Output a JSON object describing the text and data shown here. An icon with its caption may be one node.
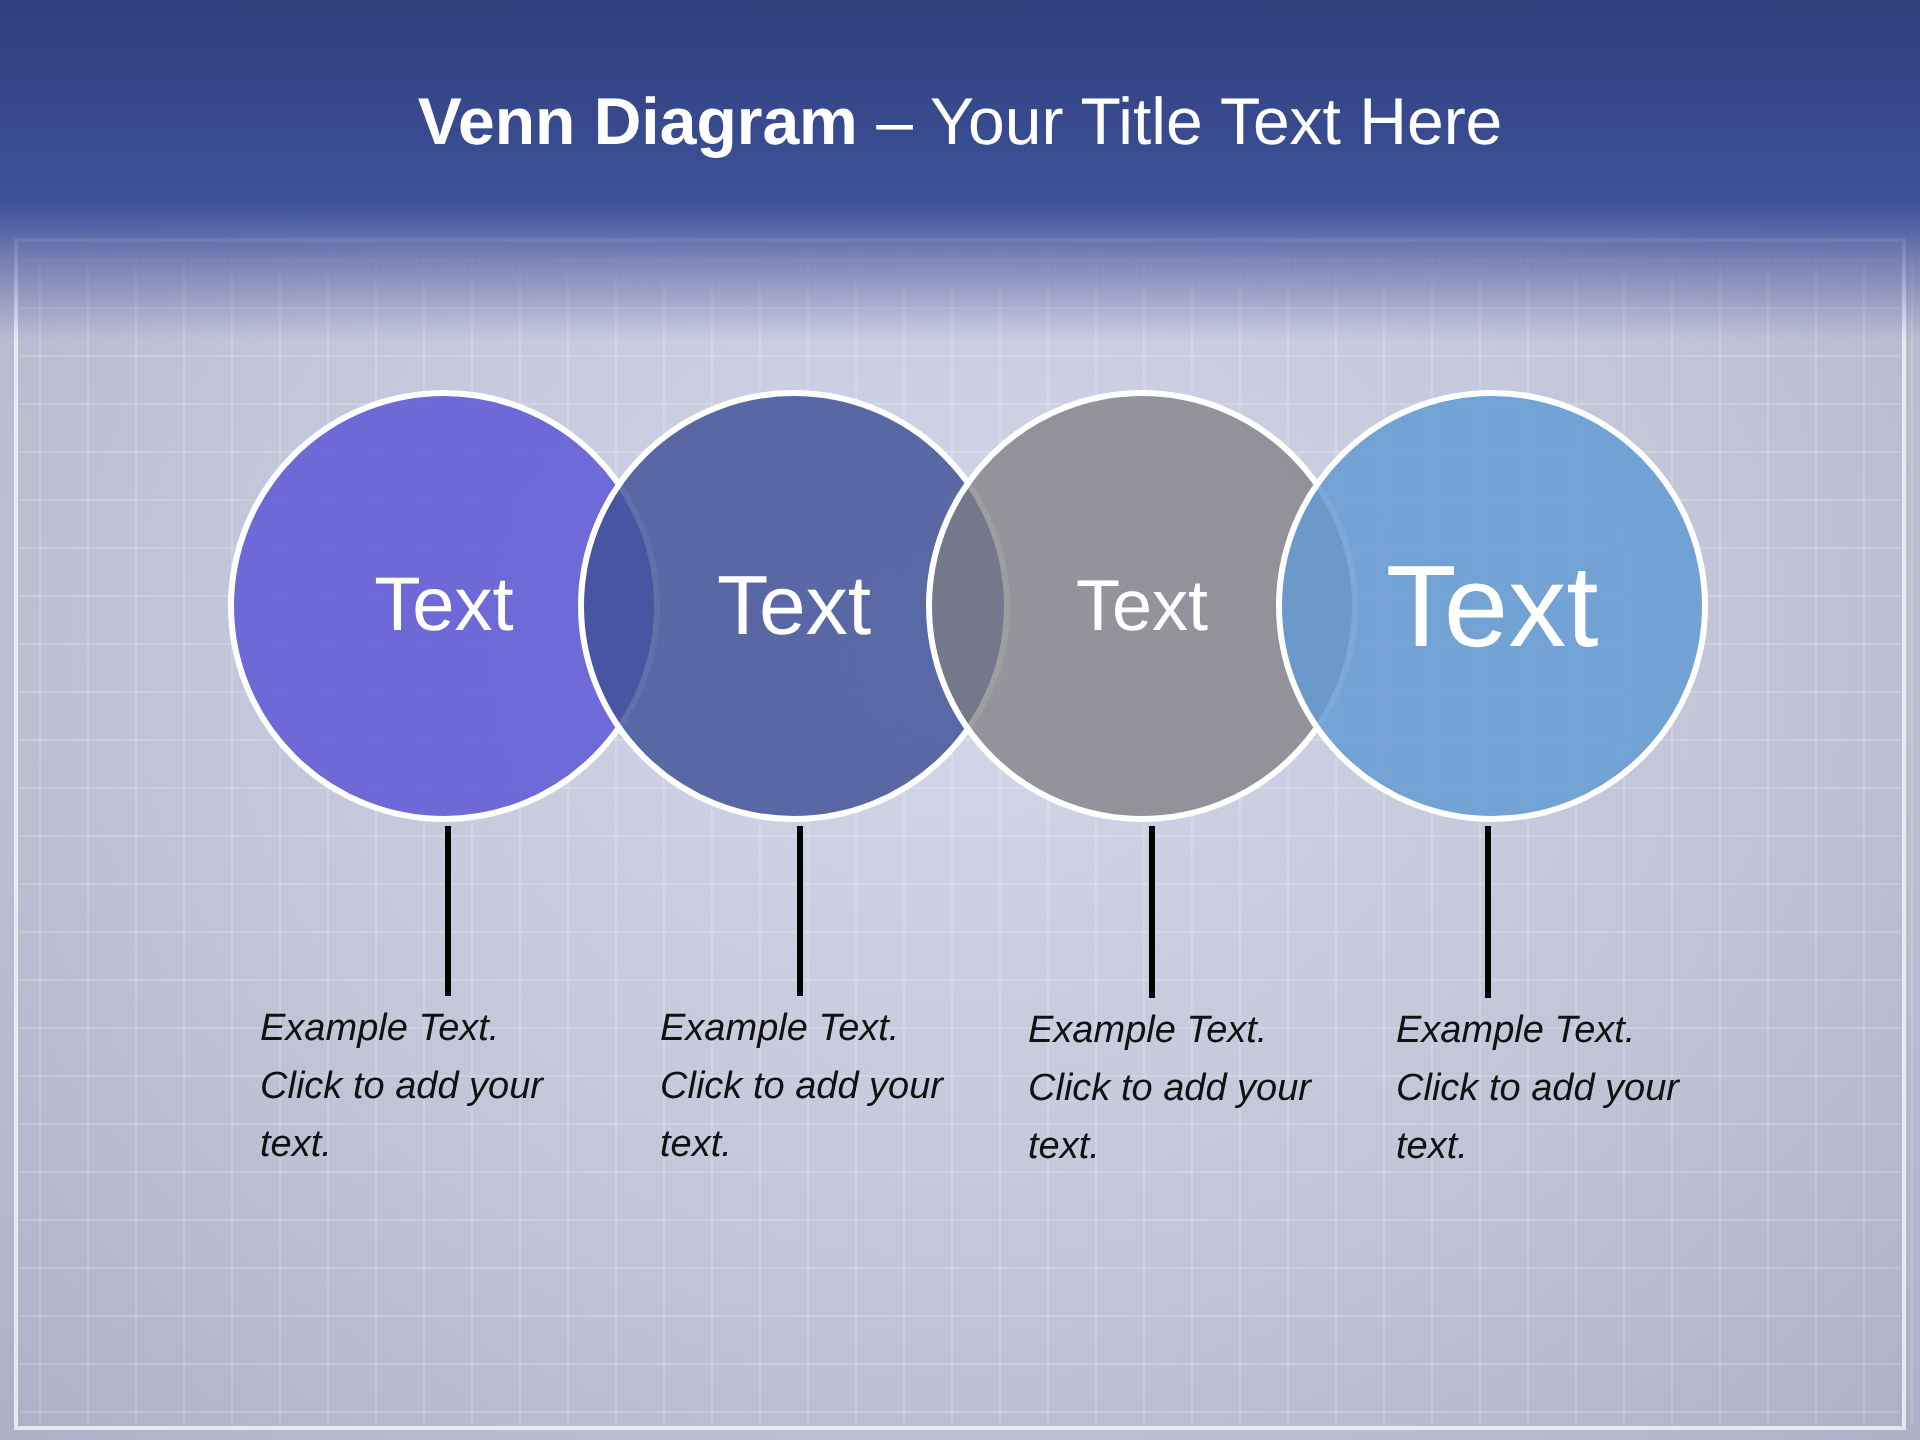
{
  "diagram": {
    "title": "**Venn Diagram** – Your Title Text Here",
    "nodes": [
      {
        "text": [
          "Text"
        ]
      },
      {
        "text": [
          "Text"
        ]
      },
      {
        "text": [
          "Text"
        ]
      },
      {
        "text": [
          "Text"
        ]
      },
      {
        "text": [
          "Example Text. Click to add your text."
        ]
      },
      {
        "text": [
          "Example Text. Click to add your text."
        ]
      },
      {
        "text": [
          "Example Text. Click to add your text."
        ]
      },
      {
        "text": [
          "Example Text. Click to add your text."
        ]
      }
    ],
    "edges": [
      {
        "from": 0,
        "to": 4,
        "arrow": "none"
      },
      {
        "from": 1,
        "to": 5,
        "arrow": "none"
      },
      {
        "from": 2,
        "to": 6,
        "arrow": "none"
      },
      {
        "from": 3,
        "to": 7,
        "arrow": "none"
      }
    ]
  }
}
